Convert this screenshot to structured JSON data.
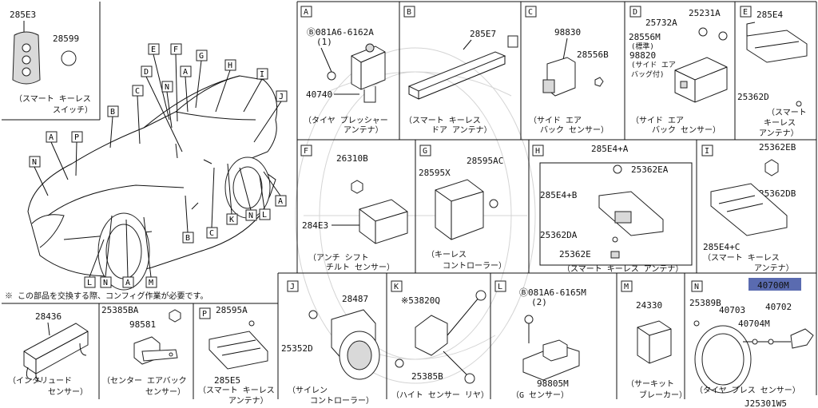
{
  "diagram_id": "J25301W5",
  "highlight_color": "#5a6bb0",
  "note": "※ この部品を交換する際、コンフィグ作業が必要です。",
  "overview": {
    "switch": {
      "part_main": "285E3",
      "part_sub": "28599",
      "caption_1": "（スマート キーレス",
      "caption_2": "スイッチ）"
    },
    "callouts": [
      "B",
      "C",
      "D",
      "E",
      "F",
      "N",
      "A",
      "G",
      "H",
      "I",
      "J",
      "A",
      "P",
      "N",
      "K",
      "N",
      "L",
      "A",
      "B",
      "C",
      "L",
      "N",
      "A",
      "M"
    ]
  },
  "panels": {
    "A": {
      "letter": "A",
      "bolt": "Ⓑ081A6-6162A",
      "bolt_qty": "(1)",
      "part": "40740",
      "caption_1": "（タイヤ プレッシャー",
      "caption_2": "アンテナ）"
    },
    "B": {
      "letter": "B",
      "part": "285E7",
      "caption_1": "（スマート キーレス",
      "caption_2": "ドア アンテナ）"
    },
    "C": {
      "letter": "C",
      "part_1": "98830",
      "part_2": "28556B",
      "caption_1": "（サイド エア",
      "caption_2": "バック センサー）"
    },
    "D": {
      "letter": "D",
      "part_1": "25732A",
      "part_2": "25231A",
      "part_3": "28556M",
      "part_3_note": "(標準)",
      "part_4": "98820",
      "part_4_note_1": "(サイド エア",
      "part_4_note_2": "バッグ付)",
      "caption_1": "（サイド エア",
      "caption_2": "バック センサー）"
    },
    "E": {
      "letter": "E",
      "part_1": "285E4",
      "part_2": "25362D",
      "caption_1": "（スマート",
      "caption_2": "キーレス",
      "caption_3": "アンテナ）"
    },
    "F": {
      "letter": "F",
      "part_1": "26310B",
      "part_2": "284E3",
      "caption_1": "（アンチ シフト",
      "caption_2": "チルト センサー）"
    },
    "G": {
      "letter": "G",
      "part_1": "28595X",
      "part_2": "28595AC",
      "caption_1": "（キーレス",
      "caption_2": "コントローラー）"
    },
    "H": {
      "letter": "H",
      "part_1": "285E4+A",
      "part_2": "25362EA",
      "part_3": "285E4+B",
      "part_4": "25362DA",
      "part_5": "25362E",
      "caption": "（スマート キーレス アンテナ）"
    },
    "I": {
      "letter": "I",
      "part_1": "25362EB",
      "part_2": "25362DB",
      "part_3": "285E4+C",
      "caption_1": "（スマート キーレス",
      "caption_2": "アンテナ）"
    },
    "bottom_1": {
      "part": "28436",
      "caption_1": "（インタリュード",
      "caption_2": "センサー）"
    },
    "bottom_2": {
      "part_1": "25385BA",
      "part_2": "98581",
      "caption_1": "（センター エアバック",
      "caption_2": "センサー）"
    },
    "P": {
      "letter": "P",
      "part_1": "28595A",
      "part_2": "285E5",
      "caption_1": "（スマート キーレス",
      "caption_2": "アンテナ）"
    },
    "J": {
      "letter": "J",
      "part_1": "28487",
      "part_2": "25352D",
      "caption_1": "（サイレン",
      "caption_2": "コントローラー）"
    },
    "K": {
      "letter": "K",
      "part_1": "※53820Q",
      "part_2": "25385B",
      "caption": "（ハイト センサー リヤ）"
    },
    "L": {
      "letter": "L",
      "bolt": "Ⓑ081A6-6165M",
      "bolt_qty": "(2)",
      "part": "98805M",
      "caption": "（G センサー）"
    },
    "M": {
      "letter": "M",
      "part": "24330",
      "caption_1": "（サーキット",
      "caption_2": "ブレーカー）"
    },
    "N": {
      "letter": "N",
      "part_highlight": "40700M",
      "part_1": "25389B",
      "part_2": "40703",
      "part_3": "40702",
      "part_4": "40704M",
      "caption": "（タイヤ プレス センサー）"
    }
  }
}
